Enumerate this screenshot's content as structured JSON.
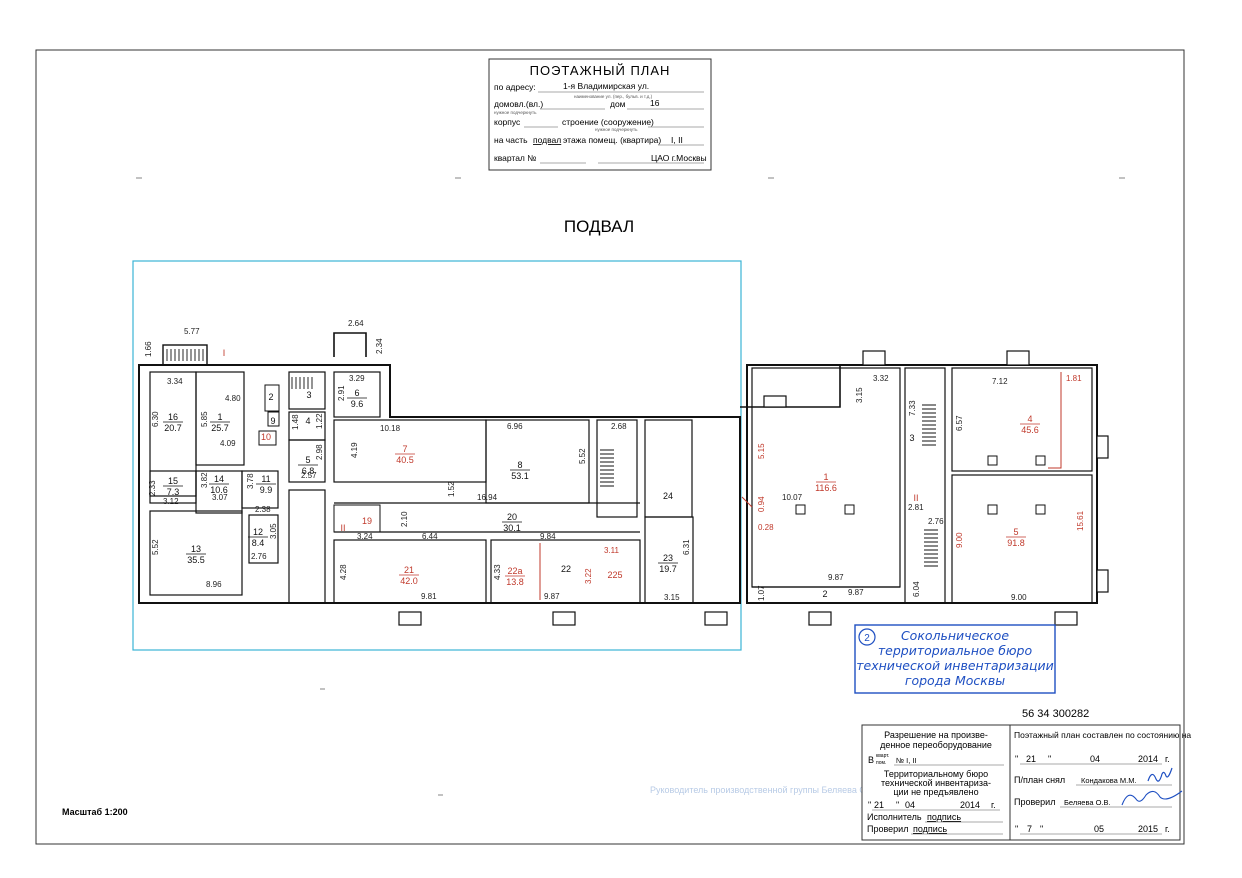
{
  "header": {
    "title": "ПОЭТАЖНЫЙ ПЛАН",
    "address_label": "по адресу:",
    "address_value": "1-я Владимирская ул.",
    "address_hint": "наименование ул. (пер., бульв. и т.д.)",
    "house_label": "домовл.(вл.)",
    "house_hint": "нужное подчеркнуть",
    "dom_label": "дом",
    "dom_value": "16",
    "korpus_label": "корпус",
    "stroenie_label": "строение (сооружение)",
    "stroenie_hint": "нужное подчеркнуть",
    "part_prefix": "на часть",
    "part_value": "подвал",
    "part_middle": "этажа помещ. (квартира)",
    "part_rooms": "I, II",
    "kvartal_label": "квартал №",
    "kvartal_value": "ЦАО г.Москвы"
  },
  "floor_title": "ПОДВАЛ",
  "rooms": [
    {
      "id": "r16",
      "num": "16",
      "area": "20.7",
      "color": "#111"
    },
    {
      "id": "r1a",
      "num": "1",
      "area": "25.7",
      "color": "#111"
    },
    {
      "id": "r15",
      "num": "15",
      "area": "7.3",
      "color": "#111"
    },
    {
      "id": "r14",
      "num": "14",
      "area": "10.6",
      "color": "#111"
    },
    {
      "id": "r11",
      "num": "11",
      "area": "9.9",
      "color": "#111"
    },
    {
      "id": "r13",
      "num": "13",
      "area": "35.5",
      "color": "#111"
    },
    {
      "id": "r12",
      "num": "12",
      "area": "8.4",
      "color": "#111"
    },
    {
      "id": "r6",
      "num": "6",
      "area": "9.6",
      "color": "#111"
    },
    {
      "id": "r5a",
      "num": "5",
      "area": "6.8",
      "color": "#111"
    },
    {
      "id": "r7",
      "num": "7",
      "area": "40.5",
      "color": "#c0392b"
    },
    {
      "id": "r8",
      "num": "8",
      "area": "53.1",
      "color": "#111"
    },
    {
      "id": "r20",
      "num": "20",
      "area": "30.1",
      "color": "#111"
    },
    {
      "id": "r21",
      "num": "21",
      "area": "42.0",
      "color": "#c0392b"
    },
    {
      "id": "r22a",
      "num": "22а",
      "area": "13.8",
      "color": "#c0392b"
    },
    {
      "id": "r23",
      "num": "23",
      "area": "19.7",
      "color": "#111"
    },
    {
      "id": "r1b",
      "num": "1",
      "area": "116.6",
      "color": "#c0392b"
    },
    {
      "id": "r4b",
      "num": "4",
      "area": "45.6",
      "color": "#c0392b"
    },
    {
      "id": "r5b",
      "num": "5",
      "area": "91.8",
      "color": "#c0392b"
    }
  ],
  "labels": {
    "l2": "2",
    "l3": "3",
    "l4": "4",
    "l9": "9",
    "l10": "10",
    "l19": "19",
    "l22": "22",
    "l225": "225",
    "l24": "24",
    "l2b": "2",
    "l3b": "3",
    "roman_I": "I",
    "roman_II": "II",
    "roman_II_left": "II"
  },
  "dims": {
    "d577": "5.77",
    "d166": "1.66",
    "d334": "3.34",
    "d630": "6.30",
    "d585": "5.85",
    "d480": "4.80",
    "d409": "4.09",
    "d233": "2.33",
    "d312": "3.12",
    "d382": "3.82",
    "d307": "3.07",
    "d378": "3.78",
    "d238": "2.38",
    "d552a": "5.52",
    "d896": "8.96",
    "d305": "3.05",
    "d276a": "2.76",
    "d264": "2.64",
    "d234": "2.34",
    "d329": "3.29",
    "d291": "2.91",
    "d148": "1.48",
    "d122": "1.22",
    "d298": "2.98",
    "d257": "2.57",
    "d1018": "10.18",
    "d419": "4.19",
    "d696": "6.96",
    "d552b": "5.52",
    "d152": "1.52",
    "d1694": "16.94",
    "d268": "2.68",
    "d210": "2.10",
    "d324": "3.24",
    "d644": "6.44",
    "d984": "9.84",
    "d631": "6.31",
    "d428": "4.28",
    "d981": "9.81",
    "d433": "4.33",
    "d987a": "9.87",
    "d322": "3.22",
    "d311": "3.11",
    "d315a": "3.15",
    "d332": "3.32",
    "d315b": "3.15",
    "d733": "7.33",
    "d712": "7.12",
    "d181": "1.81",
    "d657": "6.57",
    "d515": "5.15",
    "d1007": "10.07",
    "d094": "0.94",
    "d028": "0.28",
    "d281": "2.81",
    "d276b": "2.76",
    "d900a": "9.00",
    "d1561": "15.61",
    "d987b": "9.87",
    "d987c": "9.87",
    "d107": "1.07",
    "d604": "6.04",
    "d900b": "9.00"
  },
  "stamp": {
    "number": "2",
    "line1": "Сокольническое",
    "line2": "территориальное бюро",
    "line3": "технической инвентаризации",
    "line4": "города Москвы"
  },
  "doc_number": "56 34 300282",
  "permission": {
    "line1": "Разрешение на произве-",
    "line2": "денное переоборудование",
    "v_prefix": "В",
    "kvart_small": "кварт.",
    "pom_small": "пом.",
    "rooms": "№ I, II",
    "line3": "Территориальному бюро",
    "line4": "технической инвентаризa-",
    "line5": "ции не предъявлено",
    "date_day": "21",
    "date_month": "04",
    "date_year": "2014",
    "year_suffix": "г.",
    "executor_label": "Исполнитель",
    "executor_value": "подпись",
    "checked_label": "Проверил",
    "checked_value": "подпись"
  },
  "plan_info": {
    "title": "Поэтажный план составлен по состоянию на",
    "date_day": "21",
    "date_month": "04",
    "date_year": "2014",
    "year_suffix": "г.",
    "taken_label": "П/план снял",
    "taken_value": "Кондакова М.М.",
    "checked_label": "Проверил",
    "checked_value": "Беляева О.В.",
    "date2_day": "7",
    "date2_month": "05",
    "date2_year": "2015",
    "year2_suffix": "г."
  },
  "faint_note": "Руководитель производственной группы Беляева О.В.",
  "scale": "Масштаб 1:200",
  "colors": {
    "stamp_blue": "#1e4fc2",
    "selection_cyan": "#3bb3d6",
    "accent_red": "#c0392b"
  }
}
